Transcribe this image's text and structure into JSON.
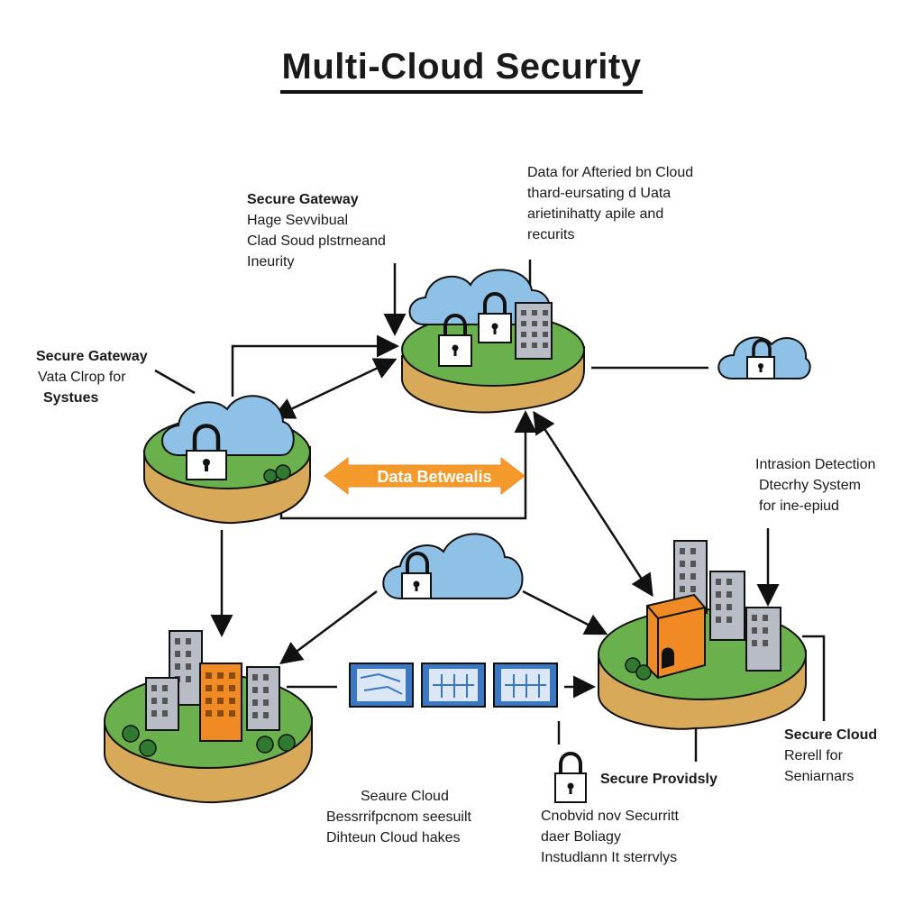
{
  "title": "Multi-Cloud Security",
  "labels": {
    "top_left": {
      "head": "Secure Gateway",
      "lines": [
        "Hage Sevvibual",
        "Clad Soud plstrneand",
        "Ineurity"
      ]
    },
    "top_center": {
      "lines": [
        "Data for Afteried bn Cloud",
        "thard-eursating d Uata",
        "arietinihatty apile and",
        "recurits"
      ]
    },
    "left": {
      "head": "Secure Gateway",
      "lines": [
        "Vata Clrop for",
        "Systues"
      ]
    },
    "right_mid": {
      "head": "Intrasion Detection",
      "lines": [
        "Dtecrhy System",
        "for ine-epiud"
      ]
    },
    "bottom_center": {
      "head": "Seaure Cloud",
      "lines": [
        "Bessrrifpcnom seesuilt",
        "Dihteun Cloud hakes"
      ]
    },
    "bottom_right": {
      "head": "Secure Providsly",
      "lines": [
        "Cnobvid nov Securritt",
        "daer Boliagy",
        "Instudlann It sterrvlys"
      ]
    },
    "right_bottom": {
      "head": "Secure Cloud",
      "lines": [
        "Rerell for",
        "Seniarnars"
      ]
    }
  },
  "badge": {
    "text": "Data Betwealis",
    "color": "#f39a2b"
  },
  "colors": {
    "cloud": "#8fc1e6",
    "grass": "#6ab04c",
    "soil": "#d9a95a",
    "building": "#b8bcc4",
    "accent": "#f08a24",
    "panel": "#3b78c4"
  }
}
